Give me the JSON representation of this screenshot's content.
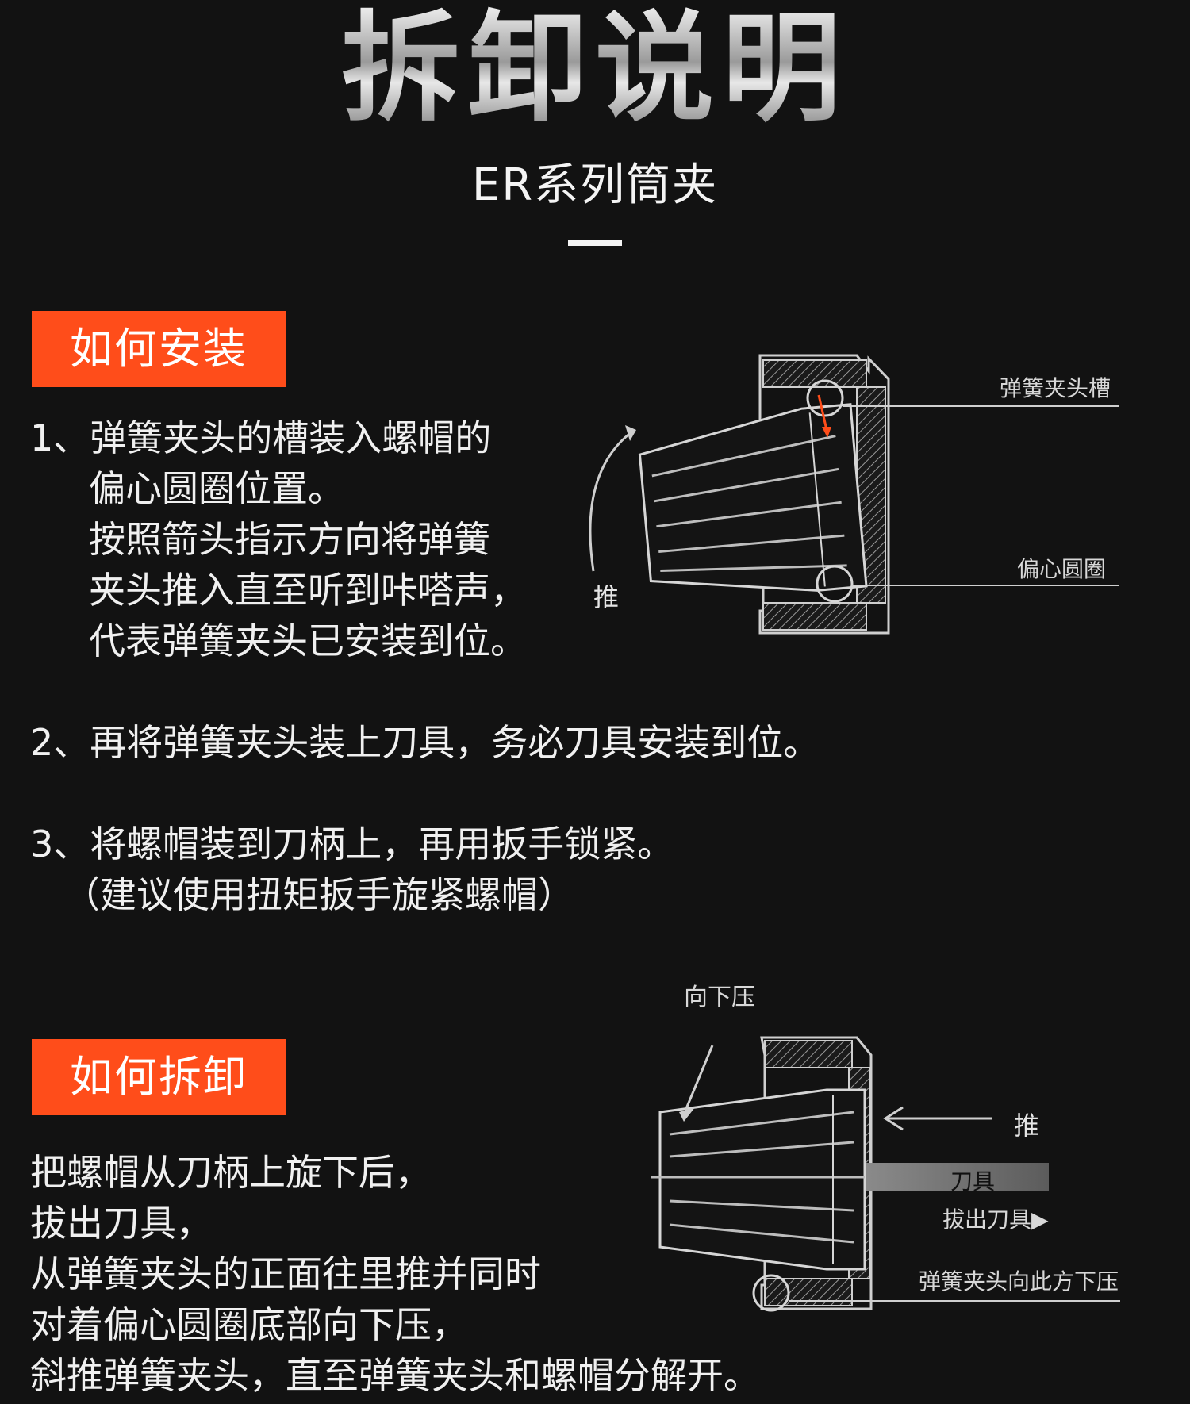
{
  "header": {
    "title": "拆卸说明",
    "subtitle": "ER系列筒夹"
  },
  "install": {
    "badge": "如何安装",
    "step1_lines": [
      "1、弹簧夹头的槽装入螺帽的",
      "偏心圆圈位置。",
      "按照箭头指示方向将弹簧",
      "夹头推入直至听到咔嗒声，",
      "代表弹簧夹头已安装到位。"
    ],
    "step2": "2、再将弹簧夹头装上刀具，务必刀具安装到位。",
    "step3": "3、将螺帽装到刀柄上，再用扳手锁紧。",
    "step3_note": "（建议使用扭矩扳手旋紧螺帽）",
    "diagram": {
      "push_label": "推",
      "groove_label": "弹簧夹头槽",
      "eccentric_label": "偏心圆圈"
    }
  },
  "remove": {
    "badge": "如何拆卸",
    "lines": [
      "把螺帽从刀柄上旋下后，",
      "拔出刀具，",
      "从弹簧夹头的正面往里推并同时",
      "对着偏心圆圈底部向下压，",
      "斜推弹簧夹头，直至弹簧夹头和螺帽分解开。"
    ],
    "diagram": {
      "press_down_label": "向下压",
      "push_label": "推",
      "tool_label": "刀具",
      "pull_tool_label": "拔出刀具▶",
      "collet_press_label": "弹簧夹头向此方下压"
    }
  }
}
